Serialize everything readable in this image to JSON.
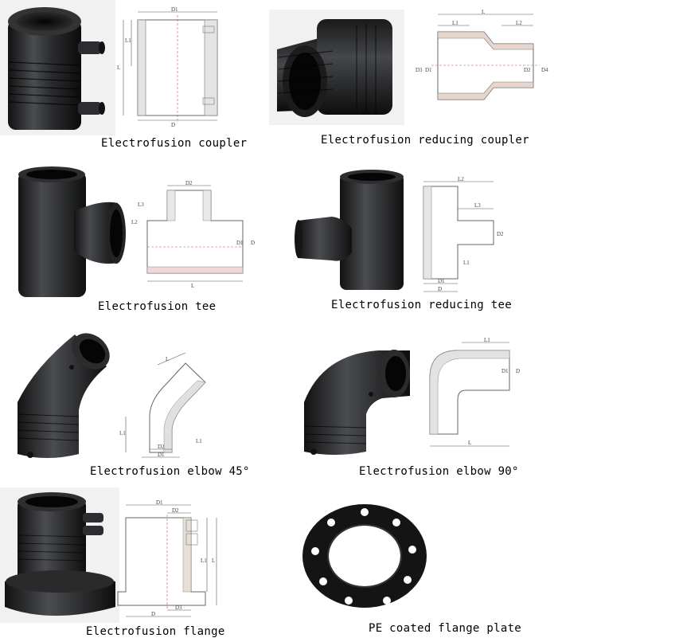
{
  "products": [
    {
      "caption": "Electrofusion coupler",
      "dims": {
        "top": "D1",
        "bottom": "D",
        "left1": "L",
        "left2": "L1"
      }
    },
    {
      "caption": "Electrofusion reducing coupler",
      "dims": {
        "top": "L",
        "top1": "L1",
        "top2": "L2",
        "left1": "D3",
        "left2": "D1",
        "right1": "D2",
        "right2": "D4"
      }
    },
    {
      "caption": "Electrofusion tee",
      "dims": {
        "top": "D2",
        "left1": "L3",
        "left2": "L2",
        "right1": "D1",
        "right2": "D",
        "bottom": "L"
      }
    },
    {
      "caption": "Electrofusion reducing tee",
      "dims": {
        "top": "L2",
        "mid": "L3",
        "right": "D2",
        "left": "L1",
        "bottom1": "D1",
        "bottom2": "D"
      }
    },
    {
      "caption": "Electrofusion elbow 45°",
      "dims": {
        "diag": "L",
        "left": "L1",
        "right": "L1",
        "b1": "D2",
        "b2": "D1"
      }
    },
    {
      "caption": "Electrofusion elbow 90°",
      "dims": {
        "top": "L1",
        "r1": "D1",
        "r2": "D",
        "bottom": "L"
      }
    },
    {
      "caption": "Electrofusion flange",
      "dims": {
        "top1": "D1",
        "top2": "D2",
        "right1": "L1",
        "right2": "L",
        "bottom1": "D3",
        "bottom2": "D"
      }
    },
    {
      "caption": "PE coated flange plate"
    }
  ]
}
